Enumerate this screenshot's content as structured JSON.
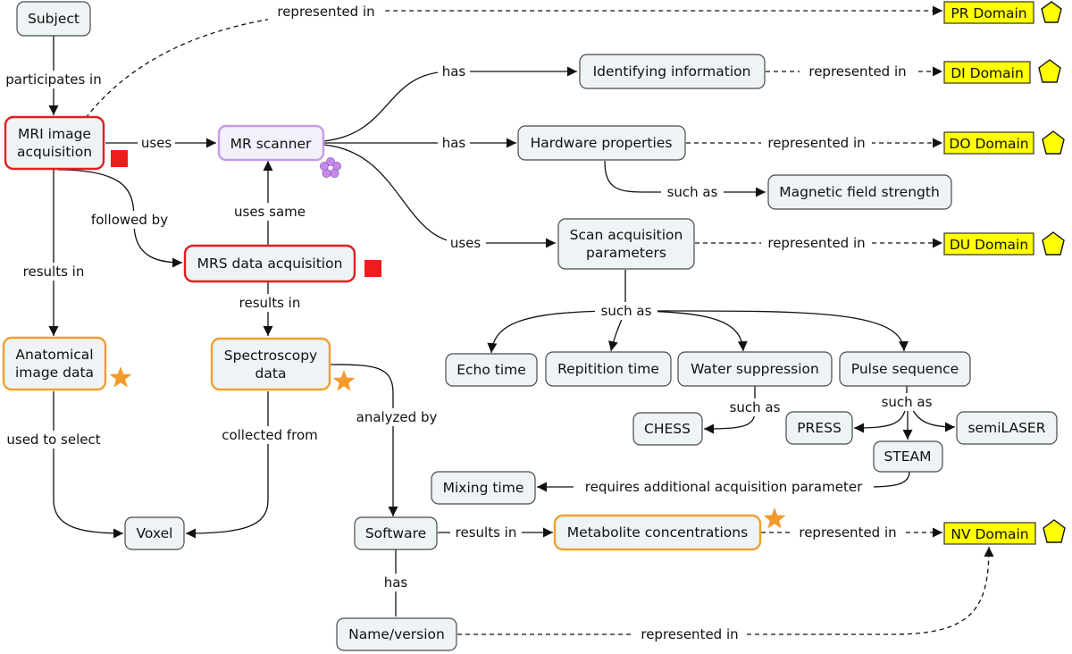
{
  "nodes": {
    "subject": "Subject",
    "mri_acquisition": [
      "MRI image",
      "acquisition"
    ],
    "mr_scanner": "MR scanner",
    "mrs_acquisition": "MRS data acquisition",
    "anatomical_data": [
      "Anatomical",
      "image data"
    ],
    "spectroscopy_data": [
      "Spectroscopy",
      "data"
    ],
    "voxel": "Voxel",
    "software": "Software",
    "name_version": "Name/version",
    "metabolite_concentrations": "Metabolite concentrations",
    "identifying_information": "Identifying information",
    "hardware_properties": "Hardware properties",
    "magnetic_field_strength": "Magnetic field strength",
    "scan_parameters": [
      "Scan acquisition",
      "parameters"
    ],
    "echo_time": "Echo time",
    "repetition_time": "Repitition time",
    "water_suppression": "Water suppression",
    "pulse_sequence": "Pulse sequence",
    "chess": "CHESS",
    "press": "PRESS",
    "semilaser": "semiLASER",
    "steam": "STEAM",
    "mixing_time": "Mixing time",
    "pr_domain": "PR Domain",
    "di_domain": "DI Domain",
    "do_domain": "DO Domain",
    "du_domain": "DU Domain",
    "nv_domain": "NV Domain"
  },
  "links": {
    "participates_in": "participates in",
    "represented_in": "represented in",
    "uses": "uses",
    "has": "has",
    "such_as": "such as",
    "followed_by": "followed by",
    "uses_same": "uses same",
    "results_in": "results in",
    "used_to_select": "used to select",
    "collected_from": "collected from",
    "analyzed_by": "analyzed by",
    "requires_additional": "requires additional acquisition parameter"
  },
  "colors": {
    "red_marker": "#ee1c1c",
    "orange_star": "#f39a2b",
    "purple_flower": "#c48be6",
    "domain_fill": "#ffff00"
  }
}
